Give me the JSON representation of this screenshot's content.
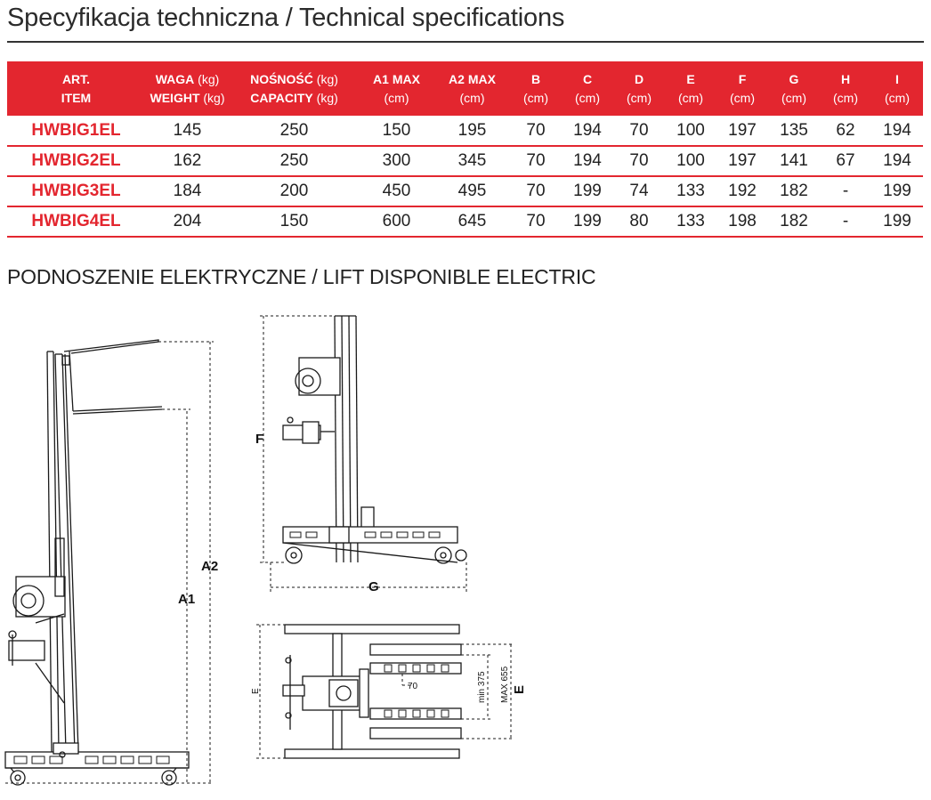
{
  "title": "Specyfikacja techniczna / Technical specifications",
  "section_title": "PODNOSZENIE ELEKTRYCZNE / LIFT DISPONIBLE ELECTRIC",
  "colors": {
    "accent": "#e3262f",
    "text": "#222222"
  },
  "table": {
    "headers": [
      {
        "line1": "ART.",
        "line2": "ITEM",
        "line2_bold": true
      },
      {
        "line1": "WAGA",
        "line1_unit": " (kg)",
        "line2": "WEIGHT",
        "line2_unit": " (kg)"
      },
      {
        "line1": "NOŚNOŚĆ",
        "line1_unit": " (kg)",
        "line2": "CAPACITY",
        "line2_unit": " (kg)"
      },
      {
        "line1": "A1 MAX",
        "line2": "(cm)"
      },
      {
        "line1": "A2 MAX",
        "line2": "(cm)"
      },
      {
        "line1": "B",
        "line2": "(cm)"
      },
      {
        "line1": "C",
        "line2": "(cm)"
      },
      {
        "line1": "D",
        "line2": "(cm)"
      },
      {
        "line1": "E",
        "line2": "(cm)"
      },
      {
        "line1": "F",
        "line2": "(cm)"
      },
      {
        "line1": "G",
        "line2": "(cm)"
      },
      {
        "line1": "H",
        "line2": "(cm)"
      },
      {
        "line1": "I",
        "line2": "(cm)"
      }
    ],
    "rows": [
      [
        "HWBIG1EL",
        "145",
        "250",
        "150",
        "195",
        "70",
        "194",
        "70",
        "100",
        "197",
        "135",
        "62",
        "194"
      ],
      [
        "HWBIG2EL",
        "162",
        "250",
        "300",
        "345",
        "70",
        "194",
        "70",
        "100",
        "197",
        "141",
        "67",
        "194"
      ],
      [
        "HWBIG3EL",
        "184",
        "200",
        "450",
        "495",
        "70",
        "199",
        "74",
        "133",
        "192",
        "182",
        "-",
        "199"
      ],
      [
        "HWBIG4EL",
        "204",
        "150",
        "600",
        "645",
        "70",
        "199",
        "80",
        "133",
        "198",
        "182",
        "-",
        "199"
      ]
    ]
  },
  "drawing": {
    "labels": {
      "a1": "A1",
      "a2": "A2",
      "f": "F",
      "g": "G",
      "e_left": "E",
      "e_right": "E",
      "d70": "70",
      "min": "min 375",
      "max": "MAX 655"
    }
  }
}
